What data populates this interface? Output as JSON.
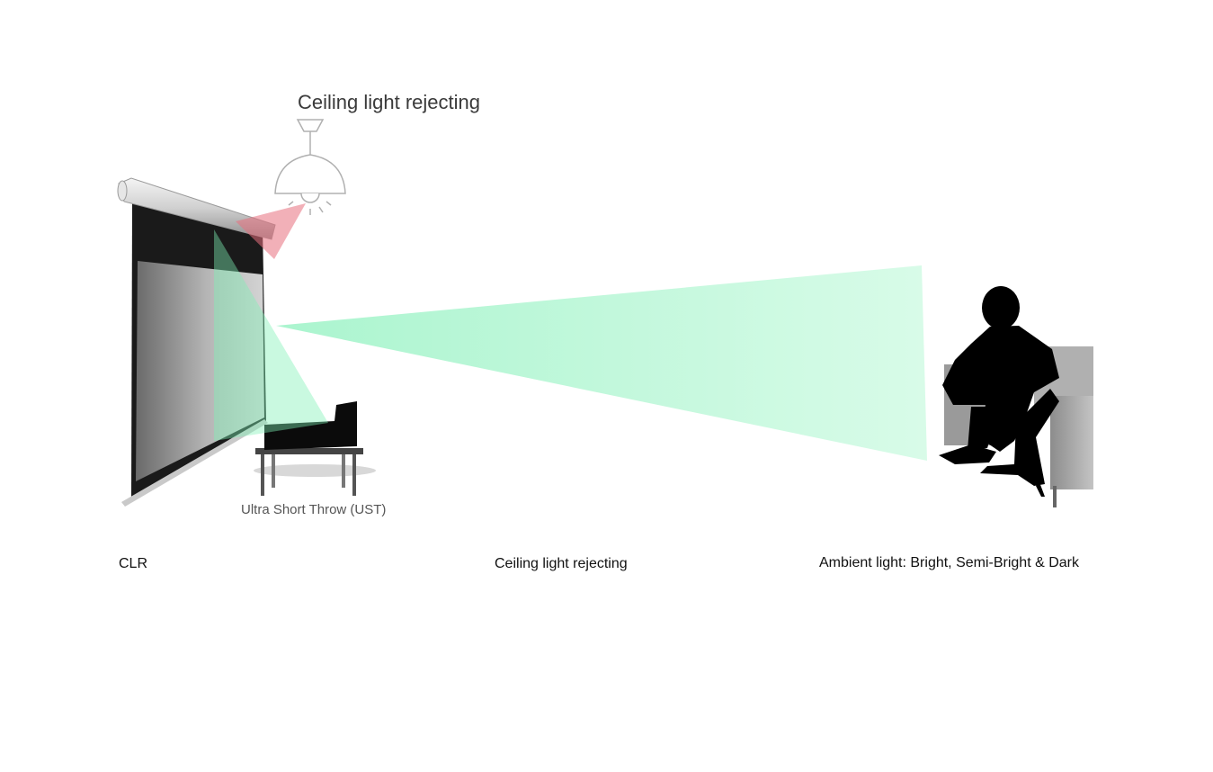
{
  "diagram": {
    "title": "Ceiling light rejecting",
    "projector_label": "Ultra Short Throw (UST)"
  },
  "captions": {
    "screen_type": "CLR",
    "feature": "Ceiling light rejecting",
    "ambient": "Ambient light: Bright, Semi-Bright & Dark"
  },
  "colors": {
    "projected_light": "#7ff0b4",
    "rejected_ceiling_light": "#e8707e",
    "screen_frame": "#1a1a1a",
    "housing": "#cfcfcf",
    "silhouette": "#000000",
    "sofa": "#a8a8a8"
  },
  "icons": [
    "ceiling-lamp-icon",
    "projection-screen-icon",
    "ust-projector-icon",
    "seated-viewer-icon",
    "sofa-icon"
  ]
}
